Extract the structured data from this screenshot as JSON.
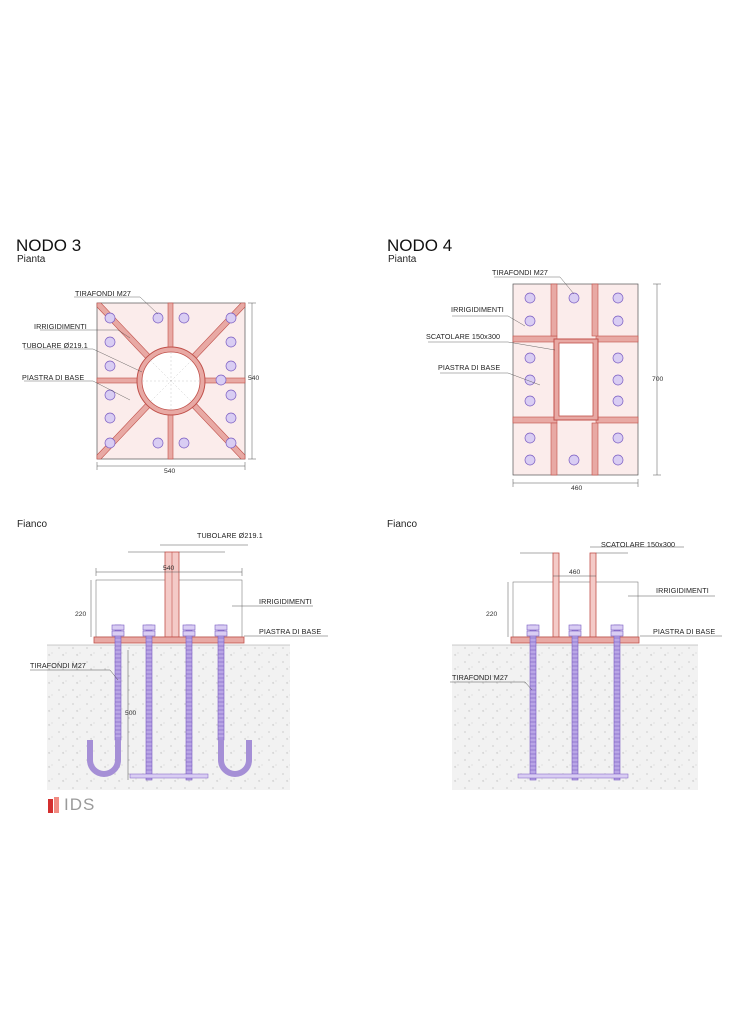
{
  "colors": {
    "plate": "#e8a9a4",
    "plate_stroke": "#c0504a",
    "steel_red": "#d9534f",
    "bolt_purple": "#a58fd6",
    "bolt_stroke": "#7a5cc2",
    "concrete": "#f0f0f0",
    "logo_red": "#d32f2f"
  },
  "nodo3": {
    "title": "NODO 3",
    "plan_subtitle": "Pianta",
    "side_subtitle": "Fianco",
    "plan": {
      "label_tirafondi": "TIRAFONDI M27",
      "label_irrigidimenti": "IRRIGIDIMENTI",
      "label_tubolare": "TUBOLARE Ø219.1",
      "label_piastra": "PIASTRA DI BASE",
      "dim_horizontal": "540",
      "dim_vertical": "540"
    },
    "side": {
      "label_tubolare": "TUBOLARE Ø219.1",
      "label_irrigidimenti": "IRRIGIDIMENTI",
      "label_piastra": "PIASTRA DI BASE",
      "label_tirafondi": "TIRAFONDI M27",
      "dim_width": "540",
      "dim_height": "220",
      "dim_embed": "500"
    }
  },
  "nodo4": {
    "title": "NODO 4",
    "plan_subtitle": "Pianta",
    "side_subtitle": "Fianco",
    "plan": {
      "label_tirafondi": "TIRAFONDI M27",
      "label_irrigidimenti": "IRRIGIDIMENTI",
      "label_scatolare": "SCATOLARE 150x300",
      "label_piastra": "PIASTRA DI BASE",
      "dim_horizontal": "460",
      "dim_vertical": "700"
    },
    "side": {
      "label_scatolare": "SCATOLARE 150x300",
      "label_irrigidimenti": "IRRIGIDIMENTI",
      "label_piastra": "PIASTRA DI BASE",
      "label_tirafondi": "TIRAFONDI M27",
      "dim_width": "460",
      "dim_height": "220"
    }
  },
  "logo": {
    "text": "IDS",
    "icon": "ids-logo-icon"
  }
}
